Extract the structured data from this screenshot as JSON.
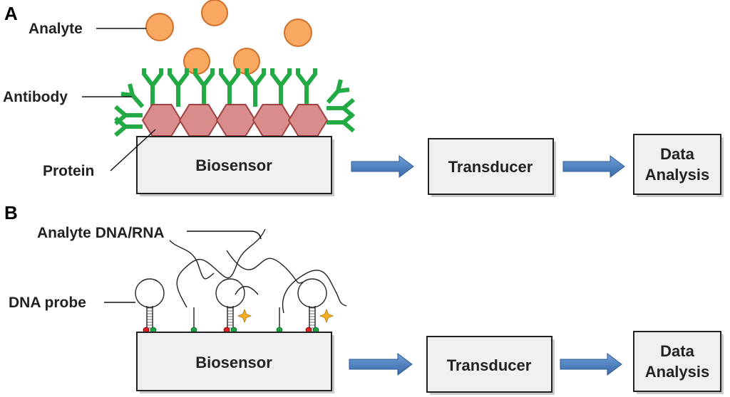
{
  "panels": {
    "a": "A",
    "b": "B"
  },
  "labels": {
    "analyte": "Analyte",
    "antibody": "Antibody",
    "protein": "Protein",
    "analyte_dna": "Analyte DNA/RNA",
    "dna_probe": "DNA probe"
  },
  "boxes": {
    "biosensor": "Biosensor",
    "transducer": "Transducer",
    "data_line1": "Data",
    "data_line2": "Analysis"
  },
  "colors": {
    "antibody": "#22aa44",
    "analyte": "#f8a860",
    "protein": "#d98c8c",
    "arrow": "#4a7ebf",
    "marker_red": "#e02020",
    "marker_green": "#20a040",
    "star": "#f0b020"
  }
}
